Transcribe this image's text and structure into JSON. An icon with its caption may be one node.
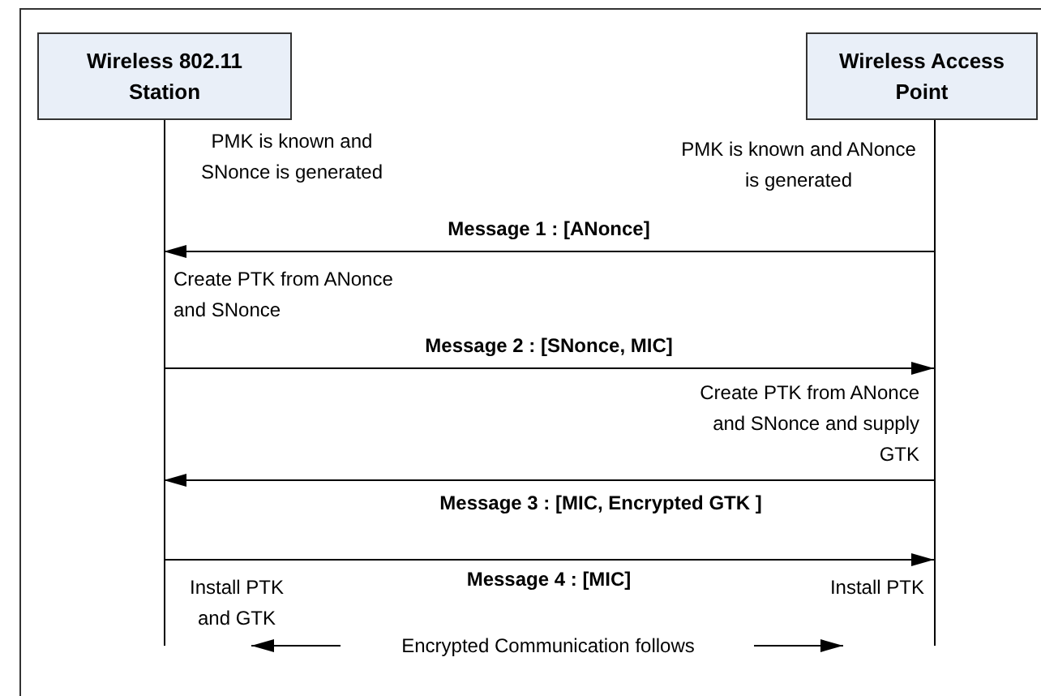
{
  "diagram": {
    "nodes": [
      {
        "text": [
          "Wireless 802.11 Station"
        ]
      },
      {
        "text": [
          "Wireless Access Point"
        ]
      }
    ],
    "edges": [
      {
        "from": 1,
        "to": 0,
        "arrow": "to",
        "label": "Message 1 : [ANonce]"
      },
      {
        "from": 0,
        "to": 1,
        "arrow": "to",
        "label": "Message 2 : [SNonce, MIC]"
      },
      {
        "from": 1,
        "to": 0,
        "arrow": "to",
        "label": "Message 3 : [MIC, Encrypted GTK ]"
      },
      {
        "from": 0,
        "to": 1,
        "arrow": "to",
        "label": "Message 4 : [MIC]"
      }
    ],
    "labels": [
      "PMK is known and SNonce is generated",
      "PMK is known and ANonce is generated",
      "Create PTK from ANonce and SNonce",
      "Create PTK from ANonce and SNonce and supply GTK",
      "Install PTK and GTK",
      "Install PTK",
      "Encrypted Communication follows"
    ]
  }
}
